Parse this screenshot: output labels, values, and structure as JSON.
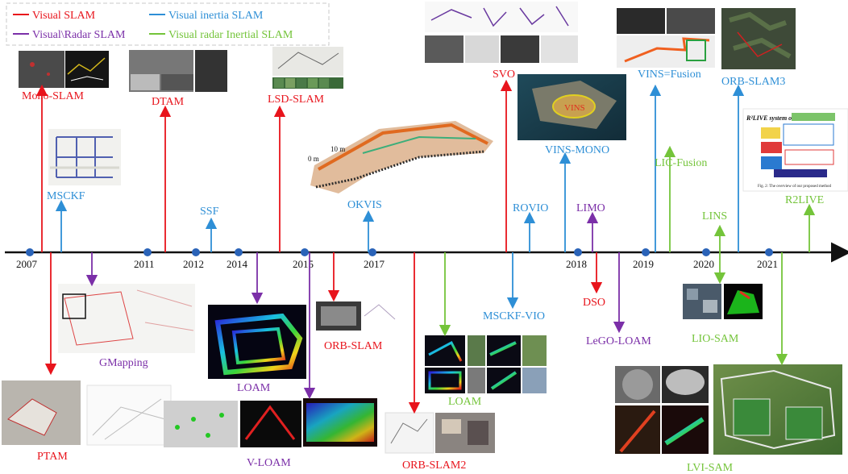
{
  "colors": {
    "visual": "#e8141c",
    "inertia": "#2e8fd6",
    "radar": "#7b2fa8",
    "radar_inertial": "#74c43a",
    "axis": "#111111",
    "dot": "#2a63b8"
  },
  "legend": [
    {
      "label": "Visual SLAM",
      "category": "visual"
    },
    {
      "label": "Visual inertia SLAM",
      "category": "inertia"
    },
    {
      "label": "Visual\\Radar SLAM",
      "category": "radar"
    },
    {
      "label": "Visual radar Inertial SLAM",
      "category": "radar_inertial"
    }
  ],
  "years": [
    "2007",
    "2011",
    "2012",
    "2014",
    "2015",
    "2017",
    "2018",
    "2019",
    "2020",
    "2021"
  ],
  "methods": [
    {
      "label": "Mono-SLAM",
      "category": "visual"
    },
    {
      "label": "MSCKF",
      "category": "inertia"
    },
    {
      "label": "PTAM",
      "category": "visual"
    },
    {
      "label": "GMapping",
      "category": "radar"
    },
    {
      "label": "DTAM",
      "category": "visual"
    },
    {
      "label": "SSF",
      "category": "inertia"
    },
    {
      "label": "LOAM",
      "category": "radar"
    },
    {
      "label": "LSD-SLAM",
      "category": "visual"
    },
    {
      "label": "V-LOAM",
      "category": "radar"
    },
    {
      "label": "ORB-SLAM",
      "category": "visual"
    },
    {
      "label": "OKVIS",
      "category": "inertia"
    },
    {
      "label": "ORB-SLAM2",
      "category": "visual"
    },
    {
      "label": "LOAM",
      "category": "radar_inertial"
    },
    {
      "label": "SVO",
      "category": "visual"
    },
    {
      "label": "MSCKF-VIO",
      "category": "inertia"
    },
    {
      "label": "ROVIO",
      "category": "inertia"
    },
    {
      "label": "VINS-MONO",
      "category": "inertia"
    },
    {
      "label": "LIMO",
      "category": "radar"
    },
    {
      "label": "DSO",
      "category": "visual"
    },
    {
      "label": "LeGO-LOAM",
      "category": "radar"
    },
    {
      "label": "VINS=Fusion",
      "category": "inertia"
    },
    {
      "label": "LIC-Fusion",
      "category": "radar_inertial"
    },
    {
      "label": "LINS",
      "category": "radar_inertial"
    },
    {
      "label": "LIO-SAM",
      "category": "radar_inertial"
    },
    {
      "label": "ORB-SLAM3",
      "category": "inertia"
    },
    {
      "label": "R2LIVE",
      "category": "radar_inertial"
    },
    {
      "label": "LVI-SAM",
      "category": "radar_inertial"
    }
  ],
  "inset_texts": {
    "r2live_title": "R²LIVE system overview",
    "r2live_caption": "Fig. 2: The overview of our proposed method",
    "okvis_scale": "10 m",
    "okvis_zero": "0 m"
  }
}
